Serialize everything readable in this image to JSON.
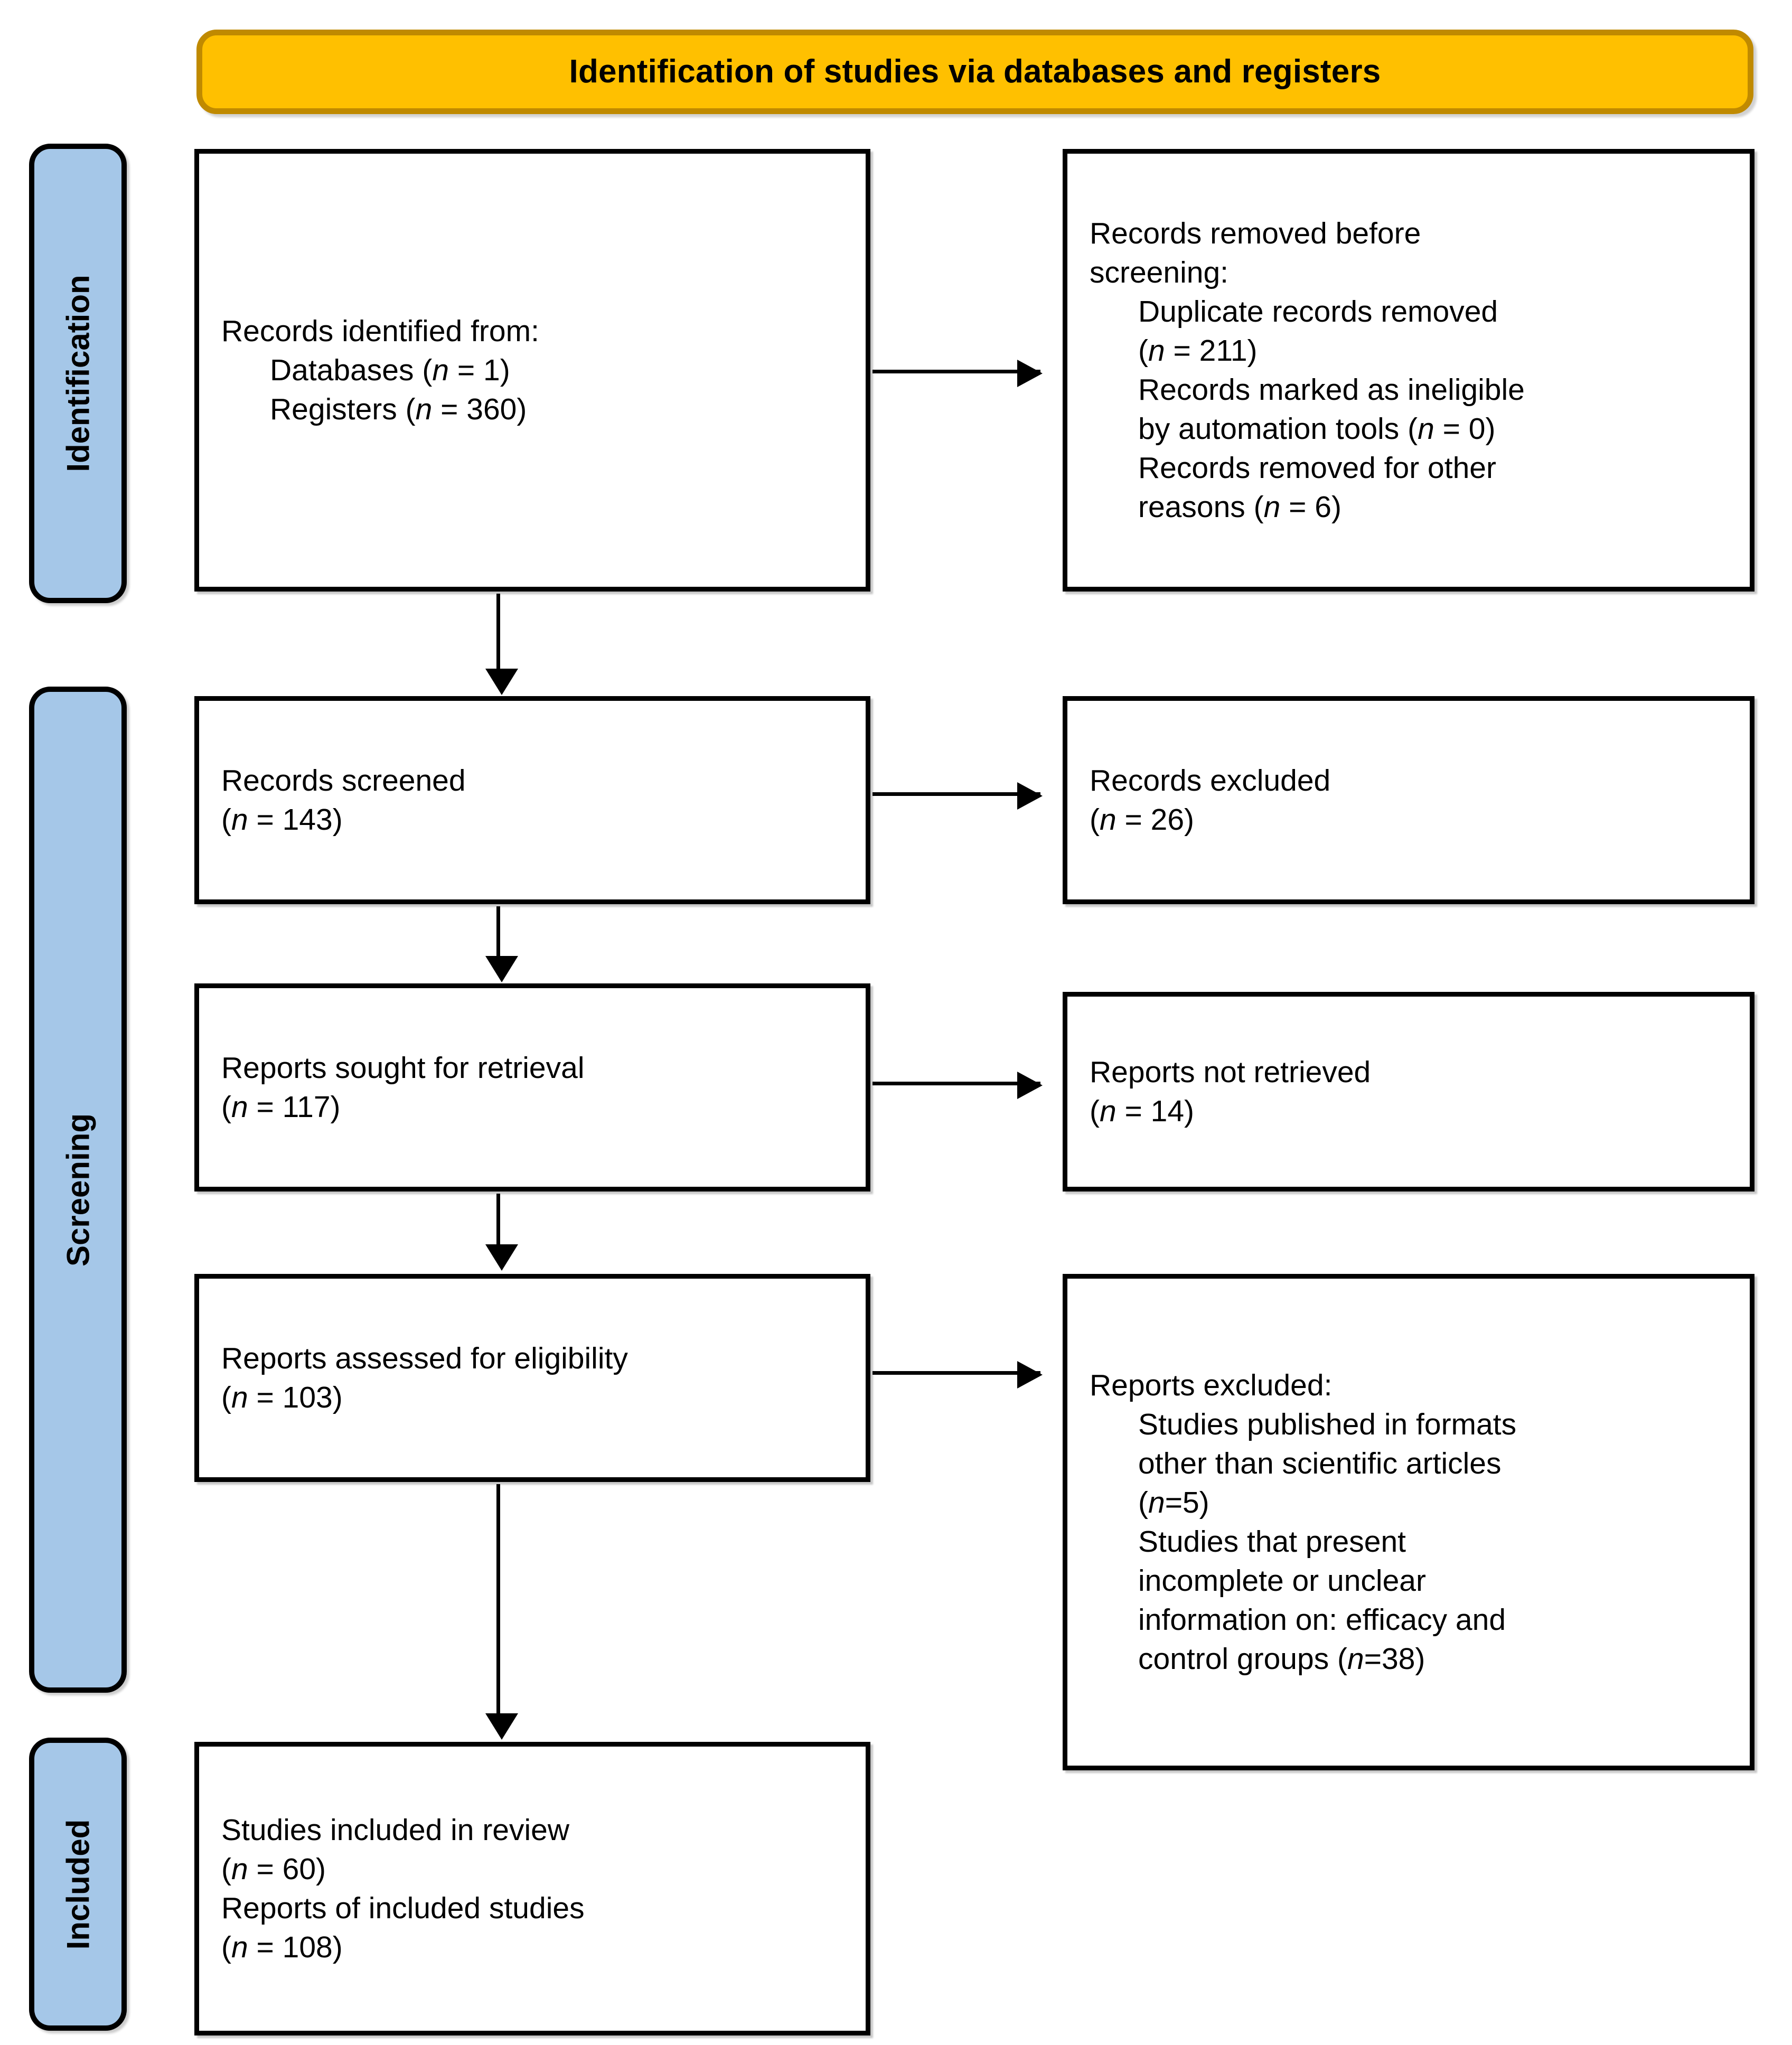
{
  "banner": {
    "title": "Identification of studies via databases and registers",
    "fill_color": "#FFC000",
    "border_color": "#C08A00"
  },
  "stages": {
    "fill_color": "#A5C7E8",
    "identification": "Identification",
    "screening": "Screening",
    "included": "Included"
  },
  "boxes": {
    "identified": {
      "line1": "Records identified from:",
      "line2_label": "Databases (",
      "line2_n": "n",
      "line2_value": " = 1)",
      "line3_label": "Registers (",
      "line3_n": "n",
      "line3_value": " = 360)"
    },
    "removed": {
      "line1": "Records removed before",
      "line2": "screening:",
      "line3": "Duplicate records removed",
      "line4_pre": "(",
      "line4_n": "n",
      "line4_post": " = 211)",
      "line5": "Records marked as ineligible",
      "line6_pre": "by automation tools (",
      "line6_n": "n",
      "line6_post": " = 0)",
      "line7": "Records removed for other",
      "line8_pre": "reasons (",
      "line8_n": "n",
      "line8_post": " = 6)"
    },
    "screened": {
      "line1": "Records screened",
      "line2_pre": "(",
      "line2_n": "n",
      "line2_post": " = 143)"
    },
    "excluded": {
      "line1": "Records excluded",
      "line2_pre": "(",
      "line2_n": "n",
      "line2_post": " = 26)"
    },
    "sought": {
      "line1": "Reports sought for retrieval",
      "line2_pre": "(",
      "line2_n": "n",
      "line2_post": " = 117)"
    },
    "not_retrieved": {
      "line1": "Reports not retrieved",
      "line2_pre": "(",
      "line2_n": "n",
      "line2_post": " = 14)"
    },
    "assessed": {
      "line1": "Reports assessed for eligibility",
      "line2_pre": "(",
      "line2_n": "n",
      "line2_post": " = 103)"
    },
    "reports_excluded": {
      "line1": "Reports excluded:",
      "line2": "Studies published in formats",
      "line3": "other than scientific articles",
      "line4_pre": "(",
      "line4_n": "n",
      "line4_post": "=5)",
      "line5": "Studies that present",
      "line6": "incomplete or unclear",
      "line7": "information on: efficacy and",
      "line8_pre": "control groups (",
      "line8_n": "n",
      "line8_post": "=38)"
    },
    "included": {
      "line1": "Studies included in review",
      "line2_pre": "(",
      "line2_n": "n",
      "line2_post": " = 60)",
      "line3": "Reports of included studies",
      "line4_pre": "(",
      "line4_n": "n",
      "line4_post": " = 108)"
    }
  },
  "chart_data": {
    "type": "diagram",
    "title": "Identification of studies via databases and registers",
    "nodes": [
      {
        "id": "identified",
        "stage": "Identification",
        "label": "Records identified from: Databases (n = 1); Registers (n = 360)",
        "values": {
          "Databases": 1,
          "Registers": 360
        }
      },
      {
        "id": "removed",
        "stage": "Identification",
        "label": "Records removed before screening",
        "values": {
          "Duplicate records removed": 211,
          "Records marked as ineligible by automation tools": 0,
          "Records removed for other reasons": 6
        }
      },
      {
        "id": "screened",
        "stage": "Screening",
        "label": "Records screened",
        "values": {
          "n": 143
        }
      },
      {
        "id": "excluded",
        "stage": "Screening",
        "label": "Records excluded",
        "values": {
          "n": 26
        }
      },
      {
        "id": "sought",
        "stage": "Screening",
        "label": "Reports sought for retrieval",
        "values": {
          "n": 117
        }
      },
      {
        "id": "not_retrieved",
        "stage": "Screening",
        "label": "Reports not retrieved",
        "values": {
          "n": 14
        }
      },
      {
        "id": "assessed",
        "stage": "Screening",
        "label": "Reports assessed for eligibility",
        "values": {
          "n": 103
        }
      },
      {
        "id": "reports_excluded",
        "stage": "Screening",
        "label": "Reports excluded",
        "values": {
          "Studies published in formats other than scientific articles": 5,
          "Studies that present incomplete or unclear information on: efficacy and control groups": 38
        }
      },
      {
        "id": "included",
        "stage": "Included",
        "label": "Studies included in review / Reports of included studies",
        "values": {
          "Studies included in review": 60,
          "Reports of included studies": 108
        }
      }
    ],
    "edges": [
      {
        "from": "identified",
        "to": "removed",
        "direction": "right"
      },
      {
        "from": "identified",
        "to": "screened",
        "direction": "down"
      },
      {
        "from": "screened",
        "to": "excluded",
        "direction": "right"
      },
      {
        "from": "screened",
        "to": "sought",
        "direction": "down"
      },
      {
        "from": "sought",
        "to": "not_retrieved",
        "direction": "right"
      },
      {
        "from": "sought",
        "to": "assessed",
        "direction": "down"
      },
      {
        "from": "assessed",
        "to": "reports_excluded",
        "direction": "right"
      },
      {
        "from": "assessed",
        "to": "included",
        "direction": "down"
      }
    ]
  }
}
